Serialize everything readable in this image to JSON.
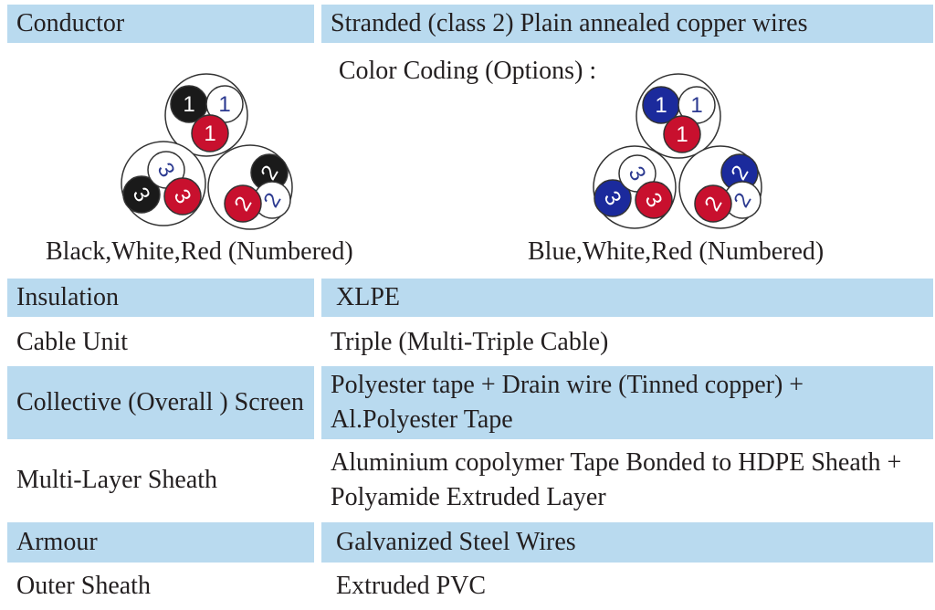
{
  "rows_top": [
    {
      "label": "Conductor",
      "value": "Stranded (class 2) Plain annealed copper wires"
    }
  ],
  "color_coding": {
    "title": "Color Coding (Options) :",
    "options": [
      {
        "caption": "Black,White,Red (Numbered)",
        "colors": [
          "#1a1a1a",
          "#ffffff",
          "#c8102e"
        ]
      },
      {
        "caption": "Blue,White,Red (Numbered)",
        "colors": [
          "#1b2a9c",
          "#ffffff",
          "#c8102e"
        ]
      }
    ],
    "triple_numbers": [
      "1",
      "2",
      "3"
    ]
  },
  "rows": [
    {
      "label": "Insulation",
      "value": "XLPE"
    },
    {
      "label": "Cable Unit",
      "value": "Triple (Multi-Triple Cable)"
    },
    {
      "label": "Collective (Overall ) Screen",
      "value": "Polyester tape + Drain wire (Tinned copper) + Al.Polyester Tape"
    },
    {
      "label": "Multi-Layer Sheath",
      "value": "Aluminium copolymer Tape Bonded to HDPE Sheath + Polyamide Extruded Layer"
    },
    {
      "label": "Armour",
      "value": "Galvanized Steel Wires"
    },
    {
      "label": "Outer Sheath",
      "value": "Extruded PVC"
    }
  ],
  "colors": {
    "row_highlight": "#b9daef",
    "text": "#231f20",
    "outline": "#333333"
  }
}
